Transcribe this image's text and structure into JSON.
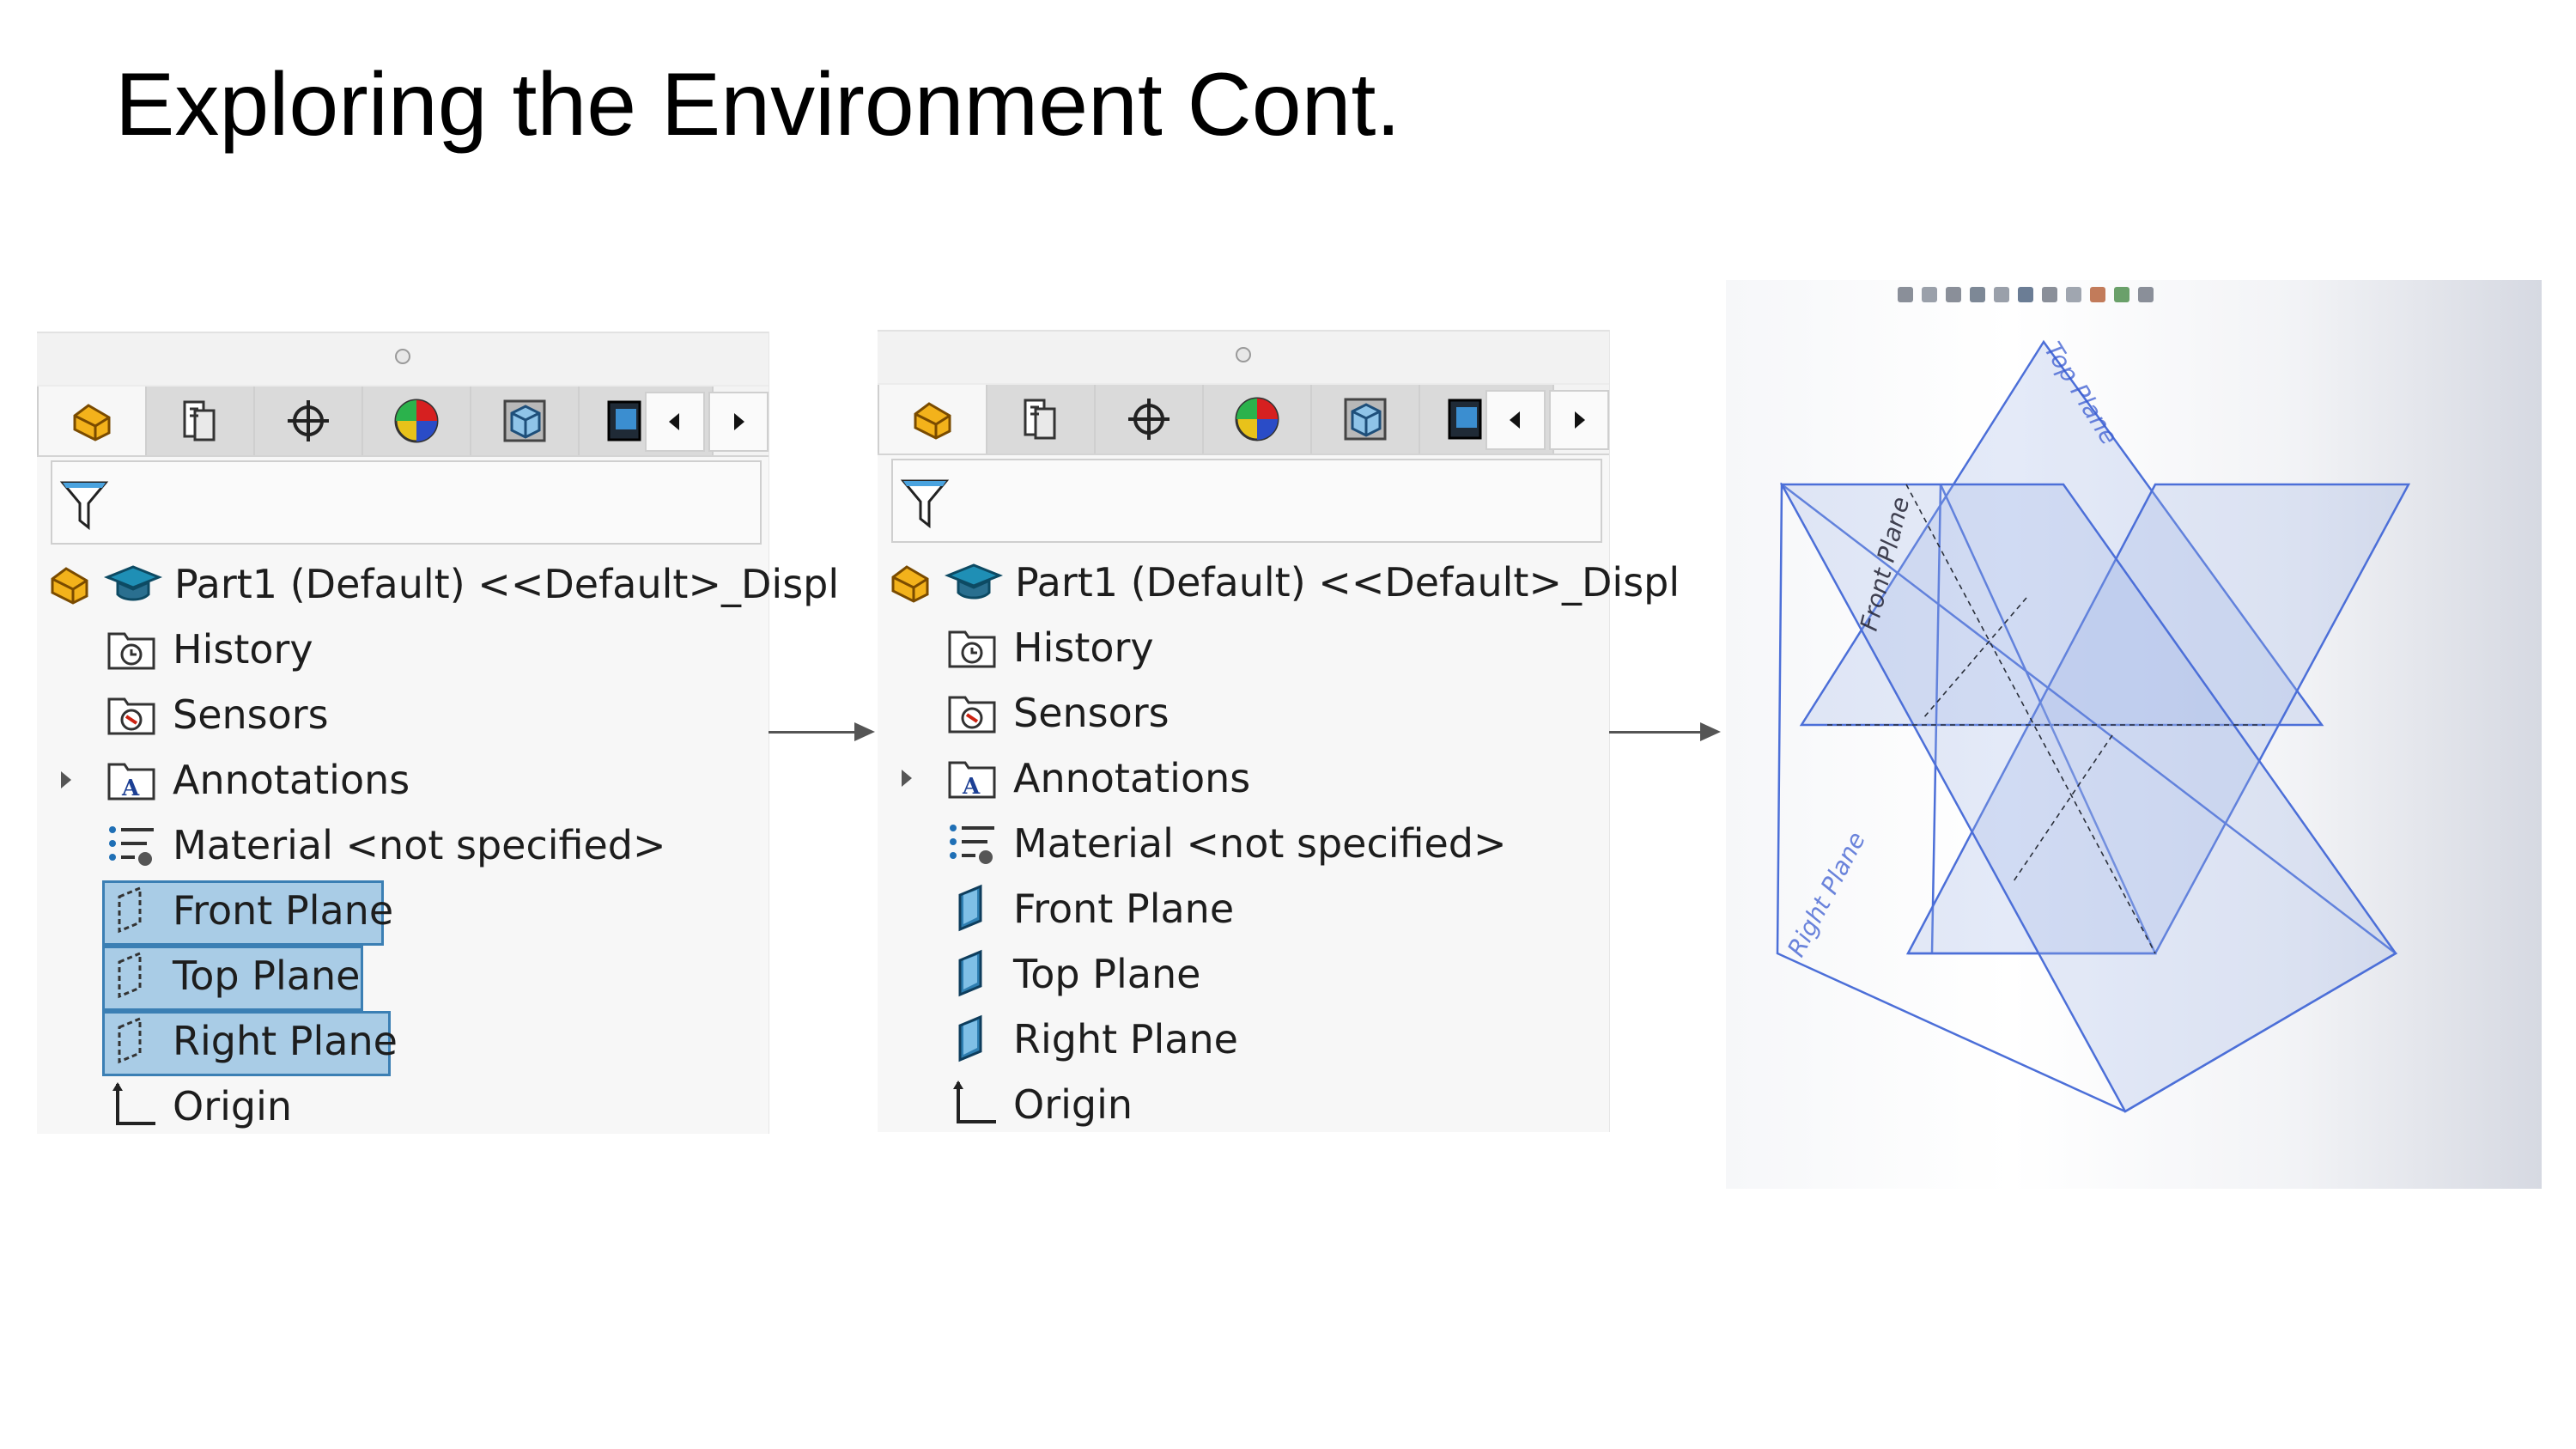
{
  "slide": {
    "title": "Exploring the Environment Cont."
  },
  "panels": [
    {
      "root_label": "Part1 (Default) <<Default>_Displ",
      "items": [
        {
          "label": "History",
          "icon": "history-folder-icon",
          "selected": false
        },
        {
          "label": "Sensors",
          "icon": "sensors-folder-icon",
          "selected": false
        },
        {
          "label": "Annotations",
          "icon": "annotations-folder-icon",
          "selected": false,
          "expandable": true
        },
        {
          "label": "Material <not specified>",
          "icon": "material-icon",
          "selected": false
        },
        {
          "label": "Front Plane",
          "icon": "plane-icon",
          "selected": true
        },
        {
          "label": "Top Plane",
          "icon": "plane-icon",
          "selected": true
        },
        {
          "label": "Right Plane",
          "icon": "plane-icon",
          "selected": true
        },
        {
          "label": "Origin",
          "icon": "origin-icon",
          "selected": false
        }
      ]
    },
    {
      "root_label": "Part1 (Default) <<Default>_Displ",
      "items": [
        {
          "label": "History",
          "icon": "history-folder-icon",
          "selected": false
        },
        {
          "label": "Sensors",
          "icon": "sensors-folder-icon",
          "selected": false
        },
        {
          "label": "Annotations",
          "icon": "annotations-folder-icon",
          "selected": false,
          "expandable": true
        },
        {
          "label": "Material <not specified>",
          "icon": "material-icon",
          "selected": false
        },
        {
          "label": "Front Plane",
          "icon": "plane-shown-icon",
          "selected": false
        },
        {
          "label": "Top Plane",
          "icon": "plane-shown-icon",
          "selected": false
        },
        {
          "label": "Right Plane",
          "icon": "plane-shown-icon",
          "selected": false
        },
        {
          "label": "Origin",
          "icon": "origin-icon",
          "selected": false
        }
      ]
    }
  ],
  "viewport": {
    "plane_labels": {
      "top": "Top Plane",
      "front": "Front Plane",
      "right": "Right Plane"
    }
  },
  "colors": {
    "selection_fill": "#a9cce6",
    "selection_border": "#3b7fb4",
    "plane_fill": "#9fb3e6",
    "plane_edge": "#4c6fd8"
  }
}
